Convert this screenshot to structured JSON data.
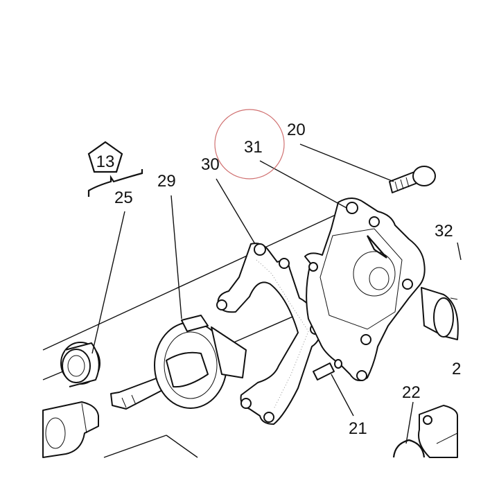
{
  "diagram": {
    "group_label": "13",
    "callouts": {
      "c20": "20",
      "c21": "21",
      "c22": "22",
      "c25": "25",
      "c29": "29",
      "c30": "30",
      "c31": "31",
      "c32": "32",
      "c2x": "2"
    },
    "colors": {
      "ink": "#111111",
      "highlight_circle": "#d07070",
      "background": "#ffffff"
    }
  }
}
